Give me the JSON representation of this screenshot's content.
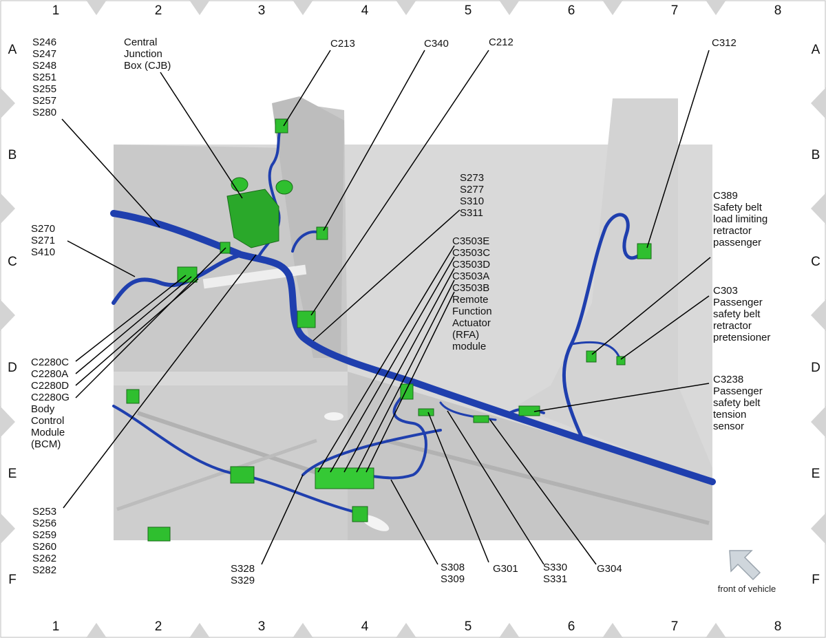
{
  "grid": {
    "columns": [
      "1",
      "2",
      "3",
      "4",
      "5",
      "6",
      "7",
      "8"
    ],
    "rows": [
      "A",
      "B",
      "C",
      "D",
      "E",
      "F"
    ]
  },
  "labels": {
    "s246_group": [
      "S246",
      "S247",
      "S248",
      "S251",
      "S255",
      "S257",
      "S280"
    ],
    "cjb": [
      "Central",
      "Junction",
      "Box (CJB)"
    ],
    "c213": "C213",
    "c340": "C340",
    "c212": "C212",
    "c312": "C312",
    "s273_group": [
      "S273",
      "S277",
      "S310",
      "S311"
    ],
    "s270_group": [
      "S270",
      "S271",
      "S410"
    ],
    "c389": [
      "C389",
      "Safety belt",
      "load limiting",
      "retractor",
      "passenger"
    ],
    "rfa": [
      "C3503E",
      "C3503C",
      "C3503D",
      "C3503A",
      "C3503B",
      "Remote",
      "Function",
      "Actuator",
      "(RFA)",
      "module"
    ],
    "c303": [
      "C303",
      "Passenger",
      "safety belt",
      "retractor",
      "pretensioner"
    ],
    "bcm": [
      "C2280C",
      "C2280A",
      "C2280D",
      "C2280G",
      "Body",
      "Control",
      "Module",
      "(BCM)"
    ],
    "c3238": [
      "C3238",
      "Passenger",
      "safety belt",
      "tension",
      "sensor"
    ],
    "s253_group": [
      "S253",
      "S256",
      "S259",
      "S260",
      "S262",
      "S282"
    ],
    "s328_group": [
      "S328",
      "S329"
    ],
    "s308_group": [
      "S308",
      "S309"
    ],
    "g301": "G301",
    "s330_group": [
      "S330",
      "S331"
    ],
    "g304": "G304"
  },
  "front_note": "front of vehicle",
  "colors": {
    "harness": "#1f3fae",
    "connector": "#2fbf2f",
    "body_panel": "#cfcfcf",
    "grid_marker": "#d4d4d4"
  }
}
